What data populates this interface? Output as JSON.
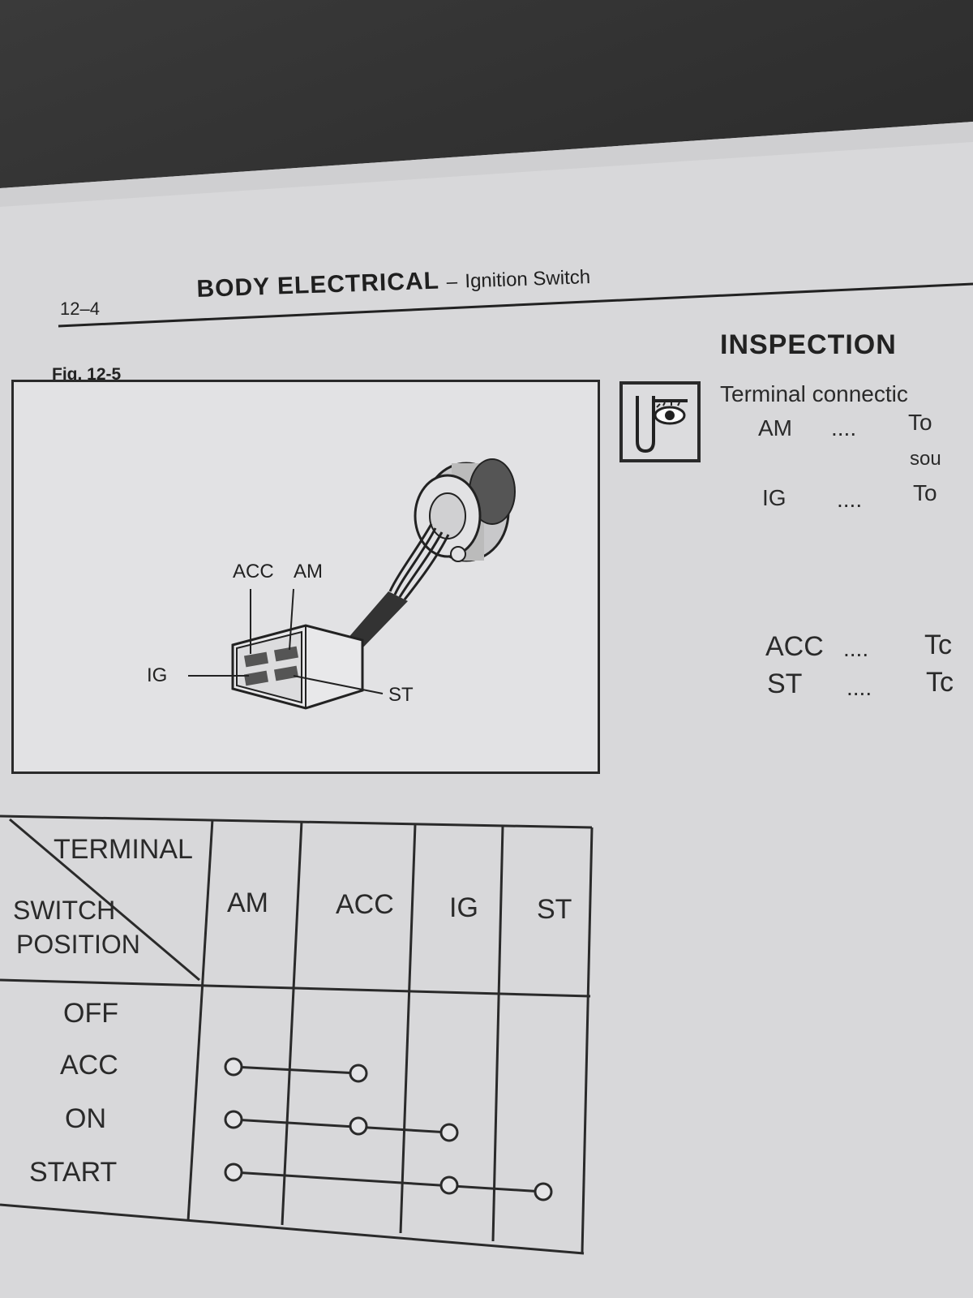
{
  "header": {
    "page_number": "12–4",
    "section": "BODY ELECTRICAL",
    "separator": "–",
    "subsection": "Ignition Switch"
  },
  "figure": {
    "label": "Fig. 12-5",
    "callouts": {
      "acc": "ACC",
      "am": "AM",
      "ig": "IG",
      "st": "ST"
    }
  },
  "inspection": {
    "title": "INSPECTION",
    "intro": "Terminal connectic",
    "rows": [
      {
        "terminal": "AM",
        "dots": "....",
        "text": "To"
      },
      {
        "terminal": "",
        "dots": "",
        "text": "sou"
      },
      {
        "terminal": "IG",
        "dots": "....",
        "text": "To"
      },
      {
        "terminal": "ACC",
        "dots": "....",
        "text": "Tc"
      },
      {
        "terminal": "ST",
        "dots": "....",
        "text": "Tc"
      }
    ]
  },
  "table": {
    "corner_top": "TERMINAL",
    "corner_bottom_1": "SWITCH",
    "corner_bottom_2": "POSITION",
    "columns": [
      "AM",
      "ACC",
      "IG",
      "ST"
    ],
    "positions": [
      "OFF",
      "ACC",
      "ON",
      "START"
    ],
    "continuity": {
      "OFF": [],
      "ACC": [
        "AM",
        "ACC"
      ],
      "ON": [
        "AM",
        "ACC",
        "IG"
      ],
      "START": [
        "AM",
        "IG",
        "ST"
      ]
    }
  }
}
